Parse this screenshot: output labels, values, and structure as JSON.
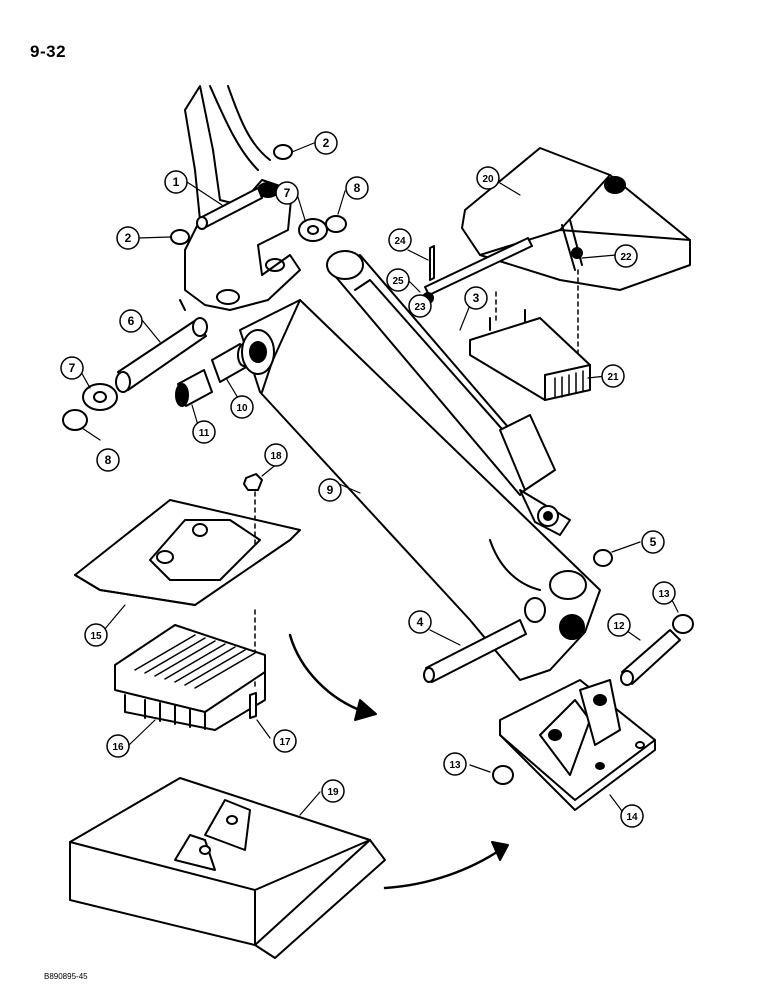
{
  "page": {
    "number": "9-32",
    "doc_code": "B890895-45"
  },
  "callouts": [
    {
      "id": "c1",
      "label": "1"
    },
    {
      "id": "c2a",
      "label": "2"
    },
    {
      "id": "c2b",
      "label": "2"
    },
    {
      "id": "c3",
      "label": "3"
    },
    {
      "id": "c4",
      "label": "4"
    },
    {
      "id": "c5",
      "label": "5"
    },
    {
      "id": "c6",
      "label": "6"
    },
    {
      "id": "c7a",
      "label": "7"
    },
    {
      "id": "c7b",
      "label": "7"
    },
    {
      "id": "c8a",
      "label": "8"
    },
    {
      "id": "c8b",
      "label": "8"
    },
    {
      "id": "c9",
      "label": "9"
    },
    {
      "id": "c10",
      "label": "10"
    },
    {
      "id": "c11",
      "label": "11"
    },
    {
      "id": "c12",
      "label": "12"
    },
    {
      "id": "c13a",
      "label": "13"
    },
    {
      "id": "c13b",
      "label": "13"
    },
    {
      "id": "c14",
      "label": "14"
    },
    {
      "id": "c15",
      "label": "15"
    },
    {
      "id": "c16",
      "label": "16"
    },
    {
      "id": "c17",
      "label": "17"
    },
    {
      "id": "c18",
      "label": "18"
    },
    {
      "id": "c19",
      "label": "19"
    },
    {
      "id": "c20",
      "label": "20"
    },
    {
      "id": "c21",
      "label": "21"
    },
    {
      "id": "c22",
      "label": "22"
    },
    {
      "id": "c23",
      "label": "23"
    },
    {
      "id": "c24",
      "label": "24"
    },
    {
      "id": "c25",
      "label": "25"
    }
  ]
}
